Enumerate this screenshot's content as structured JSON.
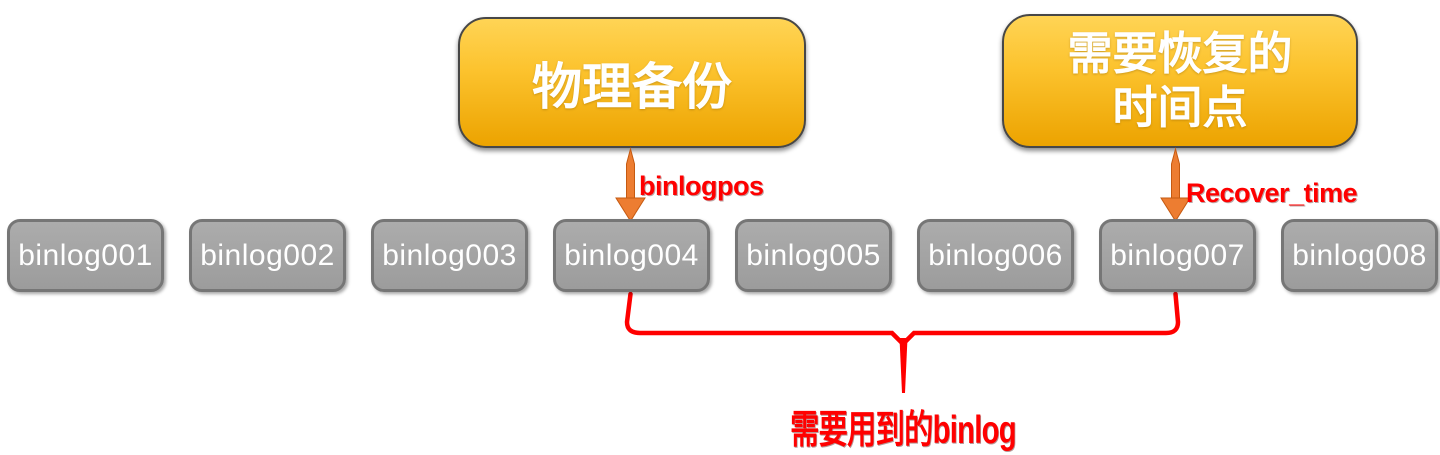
{
  "diagram": {
    "backup_box": {
      "label": "物理备份"
    },
    "recover_box": {
      "label": "需要恢复的\n时间点"
    },
    "arrow_labels": {
      "binlogpos": "binlogpos",
      "recover_time": "Recover_time"
    },
    "binlog_row": {
      "items": [
        {
          "label": "binlog001"
        },
        {
          "label": "binlog002"
        },
        {
          "label": "binlog003"
        },
        {
          "label": "binlog004"
        },
        {
          "label": "binlog005"
        },
        {
          "label": "binlog006"
        },
        {
          "label": "binlog007"
        },
        {
          "label": "binlog008"
        }
      ]
    },
    "bracket_caption": "需要用到的binlog"
  },
  "colors": {
    "red": "#ff0000",
    "orange": "#ed7d31",
    "orange_dark": "#c55a11",
    "gold_top": "#ffd455",
    "gold_mid": "#fcc32e",
    "gold_bottom": "#eca300",
    "gray_fill": "#a3a3a3",
    "gray_border": "#767676"
  }
}
